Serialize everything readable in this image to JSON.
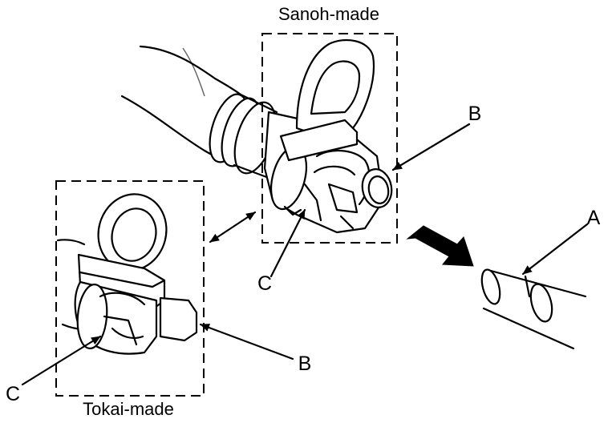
{
  "captions": {
    "sanoh": "Sanoh-made",
    "tokai": "Tokai-made"
  },
  "callouts": {
    "a": "A",
    "b_sanoh": "B",
    "b_tokai": "B",
    "c_sanoh": "C",
    "c_tokai": "C"
  },
  "colors": {
    "line": "#000000",
    "background": "#ffffff"
  }
}
